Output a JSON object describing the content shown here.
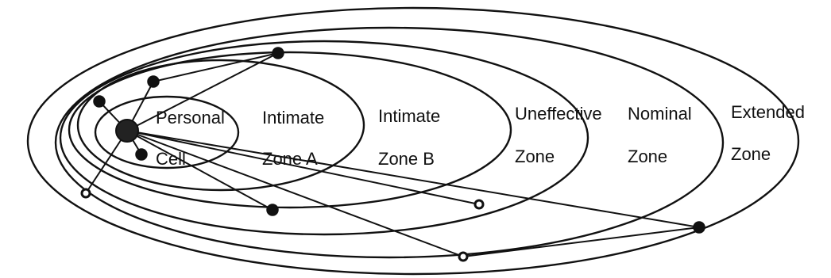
{
  "diagram": {
    "zones": [
      {
        "id": "personal-cell",
        "line1": "Personal",
        "line2": "Cell"
      },
      {
        "id": "intimate-zone-a",
        "line1": "Intimate",
        "line2": "Zone A"
      },
      {
        "id": "intimate-zone-b",
        "line1": "Intimate",
        "line2": "Zone B"
      },
      {
        "id": "uneffective-zone",
        "line1": "Uneffective",
        "line2": "Zone"
      },
      {
        "id": "nominal-zone",
        "line1": "Nominal",
        "line2": "Zone"
      },
      {
        "id": "extended-zone",
        "line1": "Extended",
        "line2": "Zone"
      }
    ],
    "colors": {
      "stroke": "#111111",
      "background": "#ffffff"
    }
  }
}
